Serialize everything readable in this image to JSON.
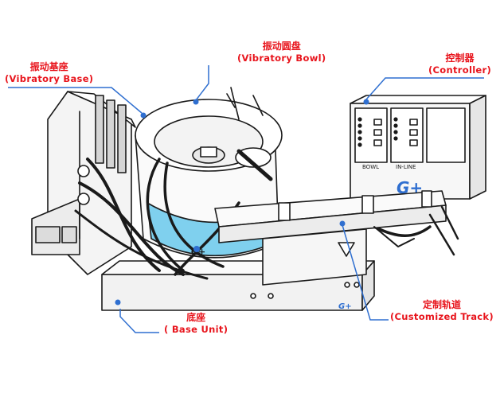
{
  "labels": {
    "vibratory_bowl": {
      "zh": "振动圆盘",
      "en": "(Vibratory Bowl)"
    },
    "vibratory_base": {
      "zh": "振动基座",
      "en": "(Vibratory Base)"
    },
    "controller": {
      "zh": "控制器",
      "en": "(Controller)"
    },
    "base_unit": {
      "zh": "底座",
      "en": "( Base Unit)"
    },
    "track": {
      "zh": "定制轨道",
      "en": "(Customized Track)"
    }
  },
  "controller_panel": {
    "left_caption": "BOWL",
    "mid_caption": "IN-LINE"
  },
  "brand_logo": "G+",
  "colors": {
    "label_red": "#e8141c",
    "callout_blue": "#2f6fd0",
    "bowl_blue": "#7fd0ee",
    "line_dark": "#1a1a1a"
  }
}
